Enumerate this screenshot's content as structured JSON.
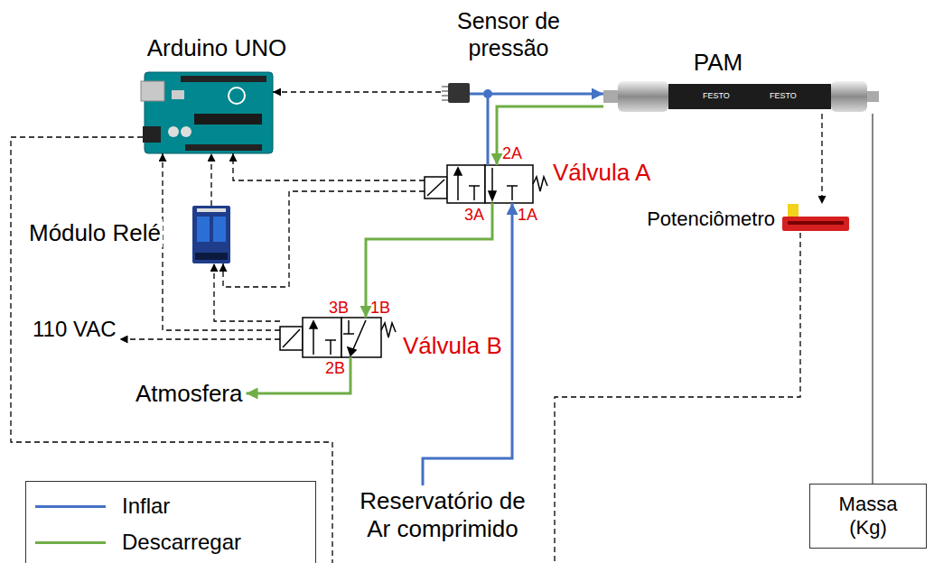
{
  "diagram": {
    "nodes": [
      {
        "text": [
          "Arduino UNO"
        ]
      },
      {
        "text": [
          "Sensor de pressão"
        ]
      },
      {
        "text": [
          "PAM"
        ]
      },
      {
        "text": [
          "Válvula A"
        ]
      },
      {
        "text": [
          "Potenciômetro"
        ]
      },
      {
        "text": [
          "Módulo Relé"
        ]
      },
      {
        "text": [
          "Válvula B"
        ]
      },
      {
        "text": [
          "110 VAC"
        ]
      },
      {
        "text": [
          "Atmosfera"
        ]
      },
      {
        "text": [
          "Reservatório de Ar comprimido"
        ]
      },
      {
        "text": [
          "Massa (Kg)"
        ]
      }
    ],
    "edges": [
      {
        "from": 1,
        "to": 0,
        "arrow": "to"
      },
      {
        "from": 3,
        "to": 2,
        "arrow": "to"
      },
      {
        "from": 2,
        "to": 3,
        "arrow": "to"
      },
      {
        "from": 3,
        "to": 6,
        "arrow": "to"
      },
      {
        "from": 6,
        "to": 8,
        "arrow": "to"
      },
      {
        "from": 2,
        "to": 4,
        "arrow": "to"
      },
      {
        "from": 2,
        "to": 10,
        "arrow": "none"
      },
      {
        "from": 9,
        "to": 3,
        "arrow": "to"
      },
      {
        "from": 3,
        "to": 0,
        "arrow": "to"
      },
      {
        "from": 5,
        "to": 0,
        "arrow": "to"
      },
      {
        "from": 3,
        "to": 5,
        "arrow": "to"
      },
      {
        "from": 6,
        "to": 5,
        "arrow": "to"
      },
      {
        "from": 6,
        "to": 0,
        "arrow": "to"
      },
      {
        "from": 6,
        "to": 7,
        "arrow": "to"
      }
    ],
    "labels": [
      "2A",
      "3A",
      "1A",
      "3B",
      "1B",
      "2B",
      "FESTO",
      "FESTO"
    ],
    "legend": [
      {
        "text": "Inflar",
        "color": "#4472c4"
      },
      {
        "text": "Descarregar",
        "color": "#70ad47"
      }
    ]
  }
}
